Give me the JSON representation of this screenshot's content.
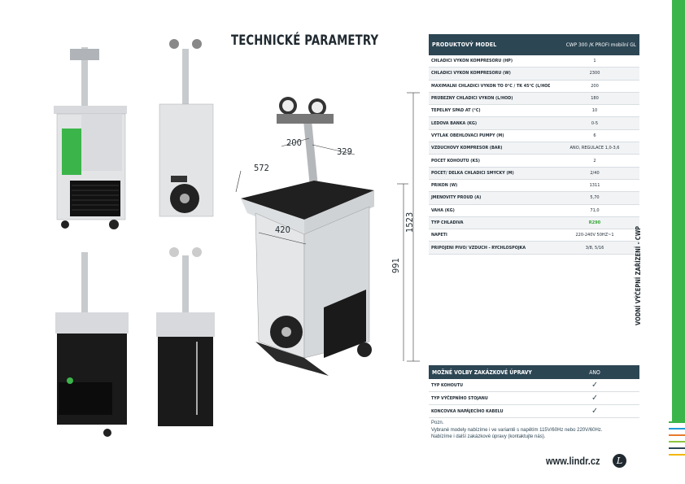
{
  "title": "TECHNICKÉ PARAMETRY",
  "spec_table": {
    "header_label": "PRODUKTOVÝ MODEL",
    "header_model": "CWP 300 /K PROFI mobilní GL",
    "rows": [
      {
        "label": "CHLADICÍ VÝKON KOMPRESORU (HP)",
        "value": "1"
      },
      {
        "label": "CHLADICÍ VÝKON KOMPRESORU (W)",
        "value": "2300"
      },
      {
        "label": "MAXIMÁLNÍ CHLADICÍ VÝKON TO 0°C / TK 45°C (L/HOD)",
        "value": "200"
      },
      {
        "label": "PRŮBĚŽNÝ CHLADICÍ VÝKON (L/HOD)",
        "value": "180"
      },
      {
        "label": "TEPELNÝ SPÁD AT (°C)",
        "value": "10"
      },
      {
        "label": "LEDOVÁ BANKA (KG)",
        "value": "0-5"
      },
      {
        "label": "VÝTLAK OBĚHLOVACÍ PUMPY (M)",
        "value": "6"
      },
      {
        "label": "VZDUCHOVÝ KOMPRESOR (BAR)",
        "value": "ANO, REGULACE 1,0-3,6"
      },
      {
        "label": "POČET KOHOUTŮ (KS)",
        "value": "2"
      },
      {
        "label": "POČET/ DÉLKA CHLADICÍ SMYČKY (M)",
        "value": "2/40"
      },
      {
        "label": "PŘÍKON (W)",
        "value": "1311"
      },
      {
        "label": "JMENOVITÝ PROUD (A)",
        "value": "5,70"
      },
      {
        "label": "VÁHA (KG)",
        "value": "71,0"
      },
      {
        "label": "TYP CHLADIVA",
        "value": "R290",
        "green": true
      },
      {
        "label": "NAPĚTÍ",
        "value": "220-240V 50HZ~1"
      },
      {
        "label": "PŘIPOJENÍ PIVO/ VZDUCH - RYCHLOSPOJKA",
        "value": "3/8, 5/16"
      }
    ]
  },
  "options_table": {
    "header_label": "MOŽNÉ VOLBY ZAKÁZKOVÉ ÚPRAVY",
    "header_value": "ANO",
    "rows": [
      {
        "label": "TYP KOHOUTU",
        "value": "✓"
      },
      {
        "label": "TYP VÝČEPNÍHO STOJANU",
        "value": "✓"
      },
      {
        "label": "KONCOVKA NAPÁJECÍHO KABELU",
        "value": "✓"
      }
    ]
  },
  "note": {
    "title": "Pozn.",
    "line1": "Vybrané modely nabízíme i ve variantě s napětím 115V/60Hz nebo 220V/60Hz.",
    "line2": "Nabízíme i další zakázkové úpravy (kontaktujte nás)."
  },
  "dimensions": {
    "d200": "200",
    "d329": "329",
    "d572": "572",
    "d420": "420",
    "d1523": "1523",
    "d991": "991"
  },
  "side_text": "VODNÍ VÝČEPNÍ ZAŘÍZENÍ - CWP",
  "website": "www.lindr.cz",
  "logo_letter": "L",
  "colors": {
    "accent": "#3bb54a",
    "header": "#2d4654"
  },
  "side_line_colors": [
    "#3bb54a",
    "#1e9bd7",
    "#e8792b",
    "#8dc63f",
    "#2d4654",
    "#f2b705"
  ]
}
